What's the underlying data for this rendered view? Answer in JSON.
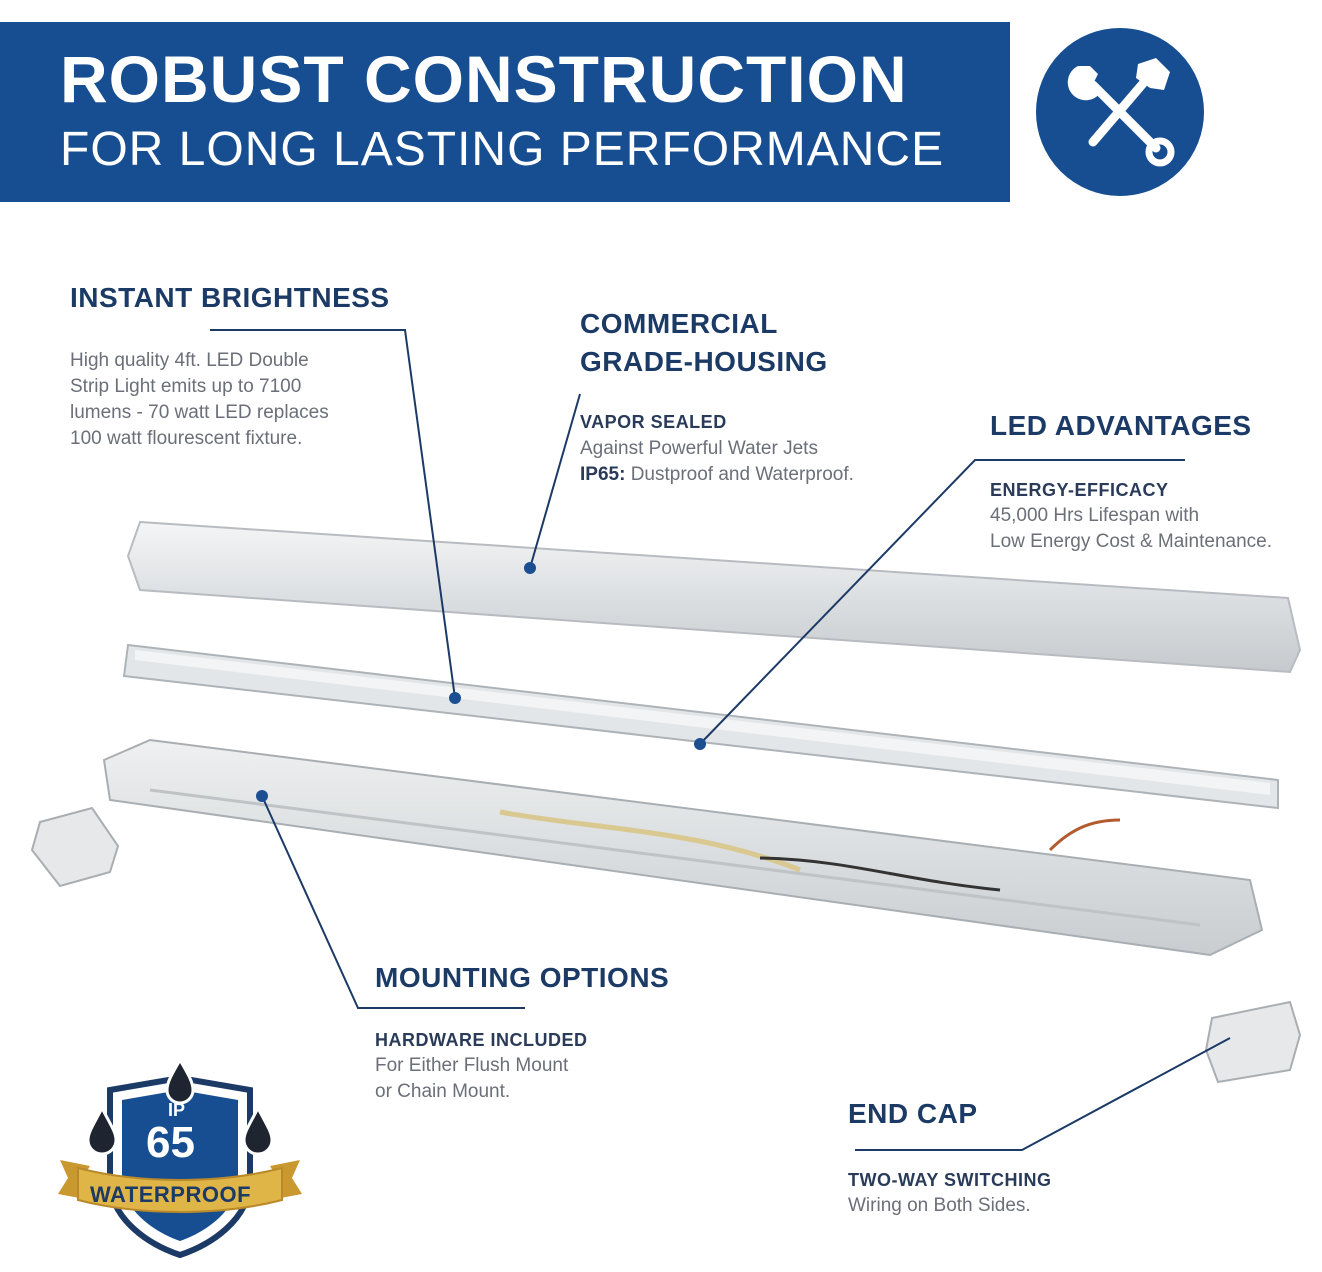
{
  "banner": {
    "title": "ROBUST CONSTRUCTION",
    "subtitle": "FOR LONG LASTING PERFORMANCE",
    "icon": "wrench-hammer-icon"
  },
  "callouts": {
    "instant_brightness": {
      "heading": "INSTANT BRIGHTNESS",
      "lines": [
        "High quality 4ft. LED Double",
        "Strip Light emits up to 7100",
        "lumens - 70 watt LED replaces",
        "100 watt flourescent fixture."
      ]
    },
    "commercial": {
      "heading_line1": "COMMERCIAL",
      "heading_line2": "GRADE-HOUSING",
      "sub": "VAPOR SEALED",
      "line1": "Against Powerful Water Jets",
      "line2_bold": "IP65:",
      "line2_rest": " Dustproof and Waterproof."
    },
    "led_advantages": {
      "heading": "LED ADVANTAGES",
      "sub": "ENERGY-EFFICACY",
      "lines": [
        "45,000 Hrs Lifespan with",
        "Low Energy Cost & Maintenance."
      ]
    },
    "mounting": {
      "heading": "MOUNTING OPTIONS",
      "sub": "HARDWARE INCLUDED",
      "lines": [
        "For Either Flush Mount",
        "or Chain Mount."
      ]
    },
    "end_cap": {
      "heading": "END CAP",
      "sub": "TWO-WAY SWITCHING",
      "lines": [
        "Wiring on Both Sides."
      ]
    }
  },
  "badge": {
    "ip": "IP",
    "rating": "65",
    "label": "WATERPROOF"
  },
  "colors": {
    "brand_blue": "#164e91",
    "heading": "#1c3a66",
    "gold": "#e0b548"
  }
}
